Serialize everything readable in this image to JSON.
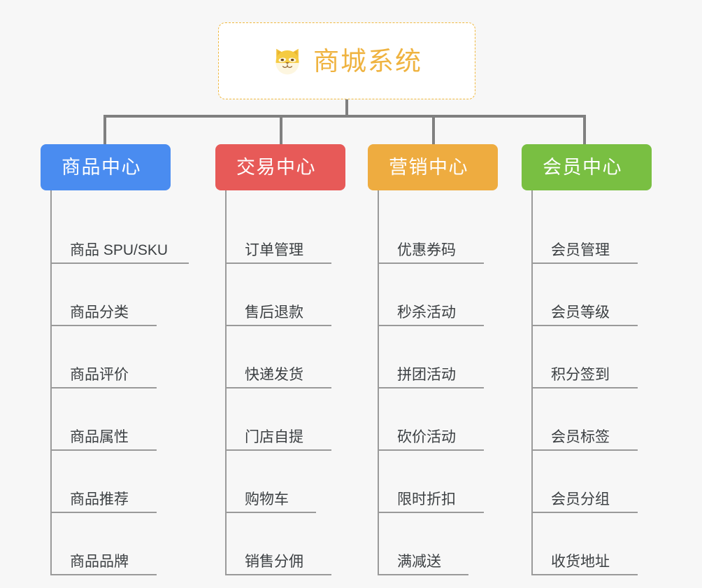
{
  "root": {
    "title": "商城系统",
    "icon": "shiba-dog-icon",
    "border_color": "#efb83f",
    "text_color": "#efb340"
  },
  "canvas": {
    "background": "#f7f7f7",
    "connector_color": "#808080"
  },
  "branches": [
    {
      "label": "商品中心",
      "color": "#4a8cf0",
      "leaves": [
        {
          "label": "商品 SPU/SKU",
          "width": 198
        },
        {
          "label": "商品分类",
          "width": 152
        },
        {
          "label": "商品评价",
          "width": 152
        },
        {
          "label": "商品属性",
          "width": 152
        },
        {
          "label": "商品推荐",
          "width": 152
        },
        {
          "label": "商品品牌",
          "width": 152
        }
      ]
    },
    {
      "label": "交易中心",
      "color": "#e75a58",
      "leaves": [
        {
          "label": "订单管理",
          "width": 152
        },
        {
          "label": "售后退款",
          "width": 152
        },
        {
          "label": "快递发货",
          "width": 152
        },
        {
          "label": "门店自提",
          "width": 152
        },
        {
          "label": "购物车",
          "width": 130
        },
        {
          "label": "销售分佣",
          "width": 152
        }
      ]
    },
    {
      "label": "营销中心",
      "color": "#eeac40",
      "leaves": [
        {
          "label": "优惠券码",
          "width": 152
        },
        {
          "label": "秒杀活动",
          "width": 152
        },
        {
          "label": "拼团活动",
          "width": 152
        },
        {
          "label": "砍价活动",
          "width": 152
        },
        {
          "label": "限时折扣",
          "width": 152
        },
        {
          "label": "满减送",
          "width": 130
        }
      ]
    },
    {
      "label": "会员中心",
      "color": "#79bf42",
      "leaves": [
        {
          "label": "会员管理",
          "width": 152
        },
        {
          "label": "会员等级",
          "width": 152
        },
        {
          "label": "积分签到",
          "width": 152
        },
        {
          "label": "会员标签",
          "width": 152
        },
        {
          "label": "会员分组",
          "width": 152
        },
        {
          "label": "收货地址",
          "width": 152
        }
      ]
    }
  ]
}
